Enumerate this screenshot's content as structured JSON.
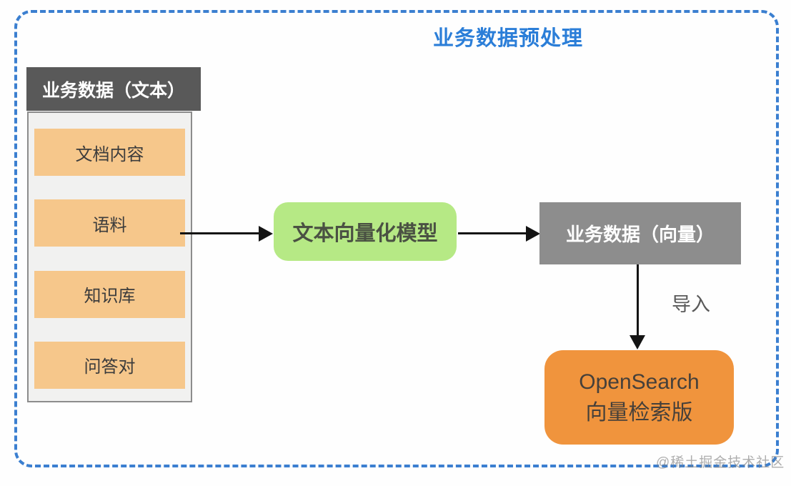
{
  "diagram": {
    "title": "业务数据预处理",
    "source_group": {
      "header": "业务数据（文本）",
      "items": [
        "文档内容",
        "语料",
        "知识库",
        "问答对"
      ]
    },
    "model_node": "文本向量化模型",
    "vector_node": "业务数据（向量）",
    "import_label": "导入",
    "target_node": {
      "line1": "OpenSearch",
      "line2": "向量检索版"
    },
    "watermark": "@稀土掘金技术社区",
    "colors": {
      "frame_border_blue": "#3b7fd0",
      "title_blue": "#2b7ed8",
      "header_gray": "#595959",
      "container_bg": "#f1f1f0",
      "container_border": "#8c8c8c",
      "item_orange": "#f6c78b",
      "model_green": "#b6e985",
      "vector_gray": "#8d8d8d",
      "target_orange": "#f0943d",
      "arrow_black": "#141414",
      "import_label_gray": "#595959",
      "watermark_gray": "#828282"
    }
  }
}
